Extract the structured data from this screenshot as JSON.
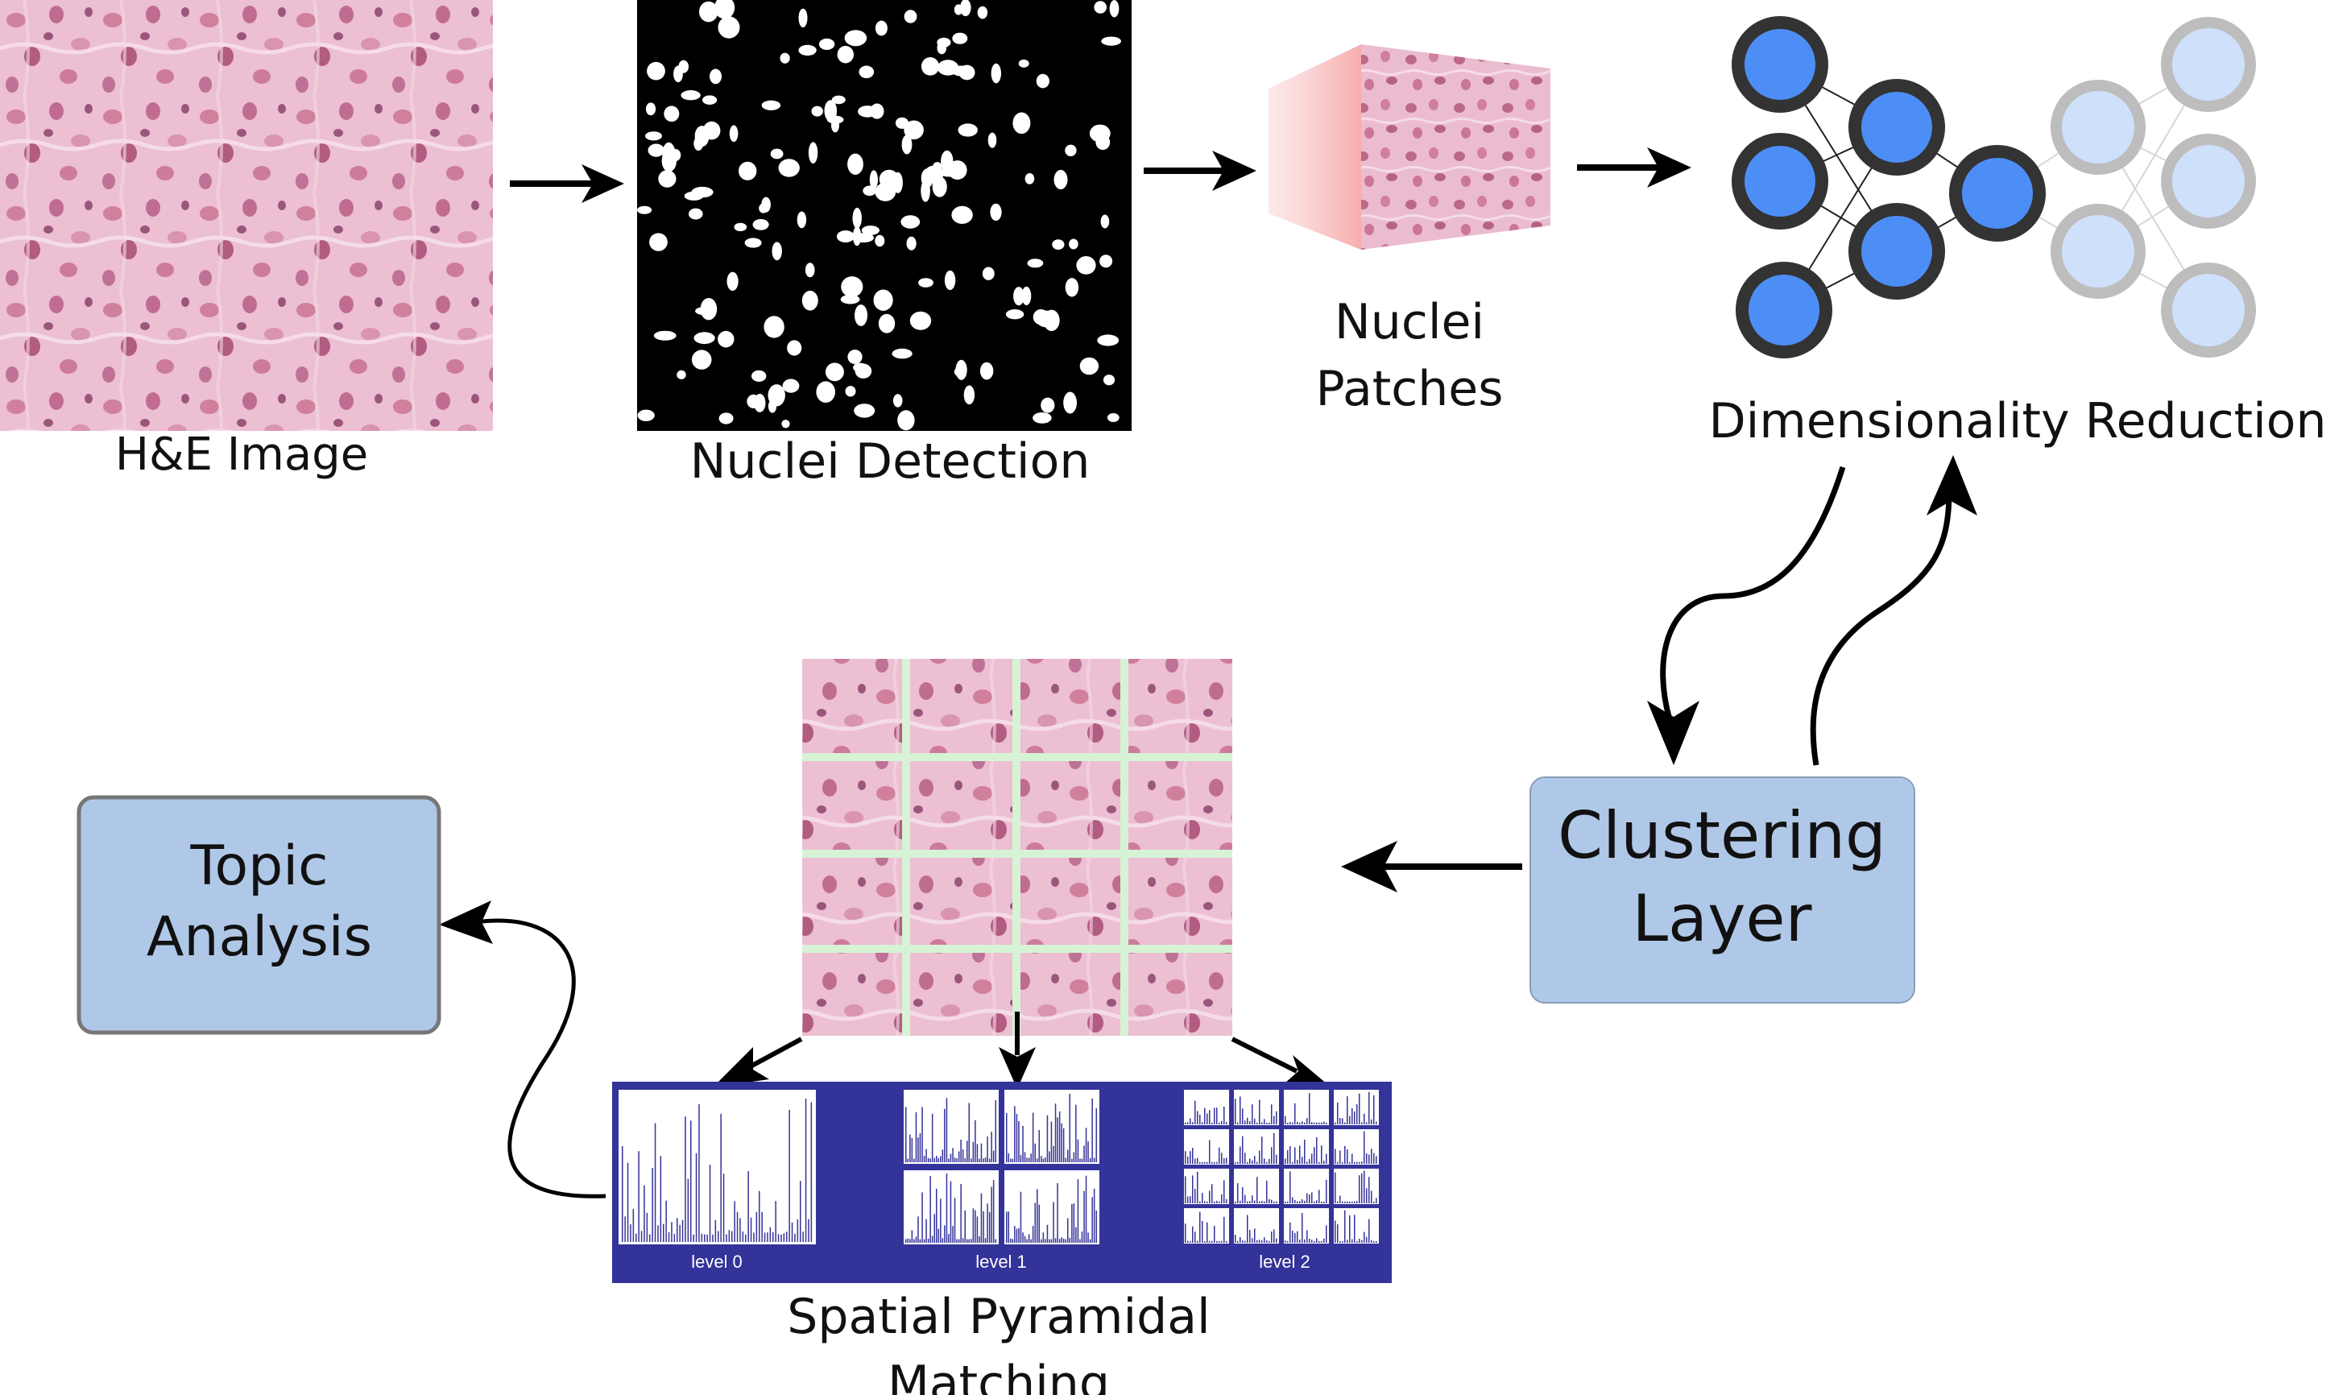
{
  "stages": {
    "he_image": "H&E Image",
    "nuclei_detection": "Nuclei Detection",
    "nuclei_patches": [
      "Nuclei",
      "Patches"
    ],
    "dimensionality_reduction": "Dimensionality Reduction",
    "clustering_layer": [
      "Clustering",
      "Layer"
    ],
    "topic_analysis": [
      "Topic",
      "Analysis"
    ],
    "spatial_pyramidal_matching": [
      "Spatial Pyramidal",
      "Matching"
    ]
  },
  "pyramid_levels": [
    "level 0",
    "level 1",
    "level 2"
  ],
  "colors": {
    "box_fill": "#b0c8e8",
    "panel_blue": "#343399",
    "node_blue": "#4d8df6",
    "node_faded": "#cfe0fb",
    "tissue_pink": "#e8b3c9",
    "grid_green": "#d6f3d6"
  }
}
